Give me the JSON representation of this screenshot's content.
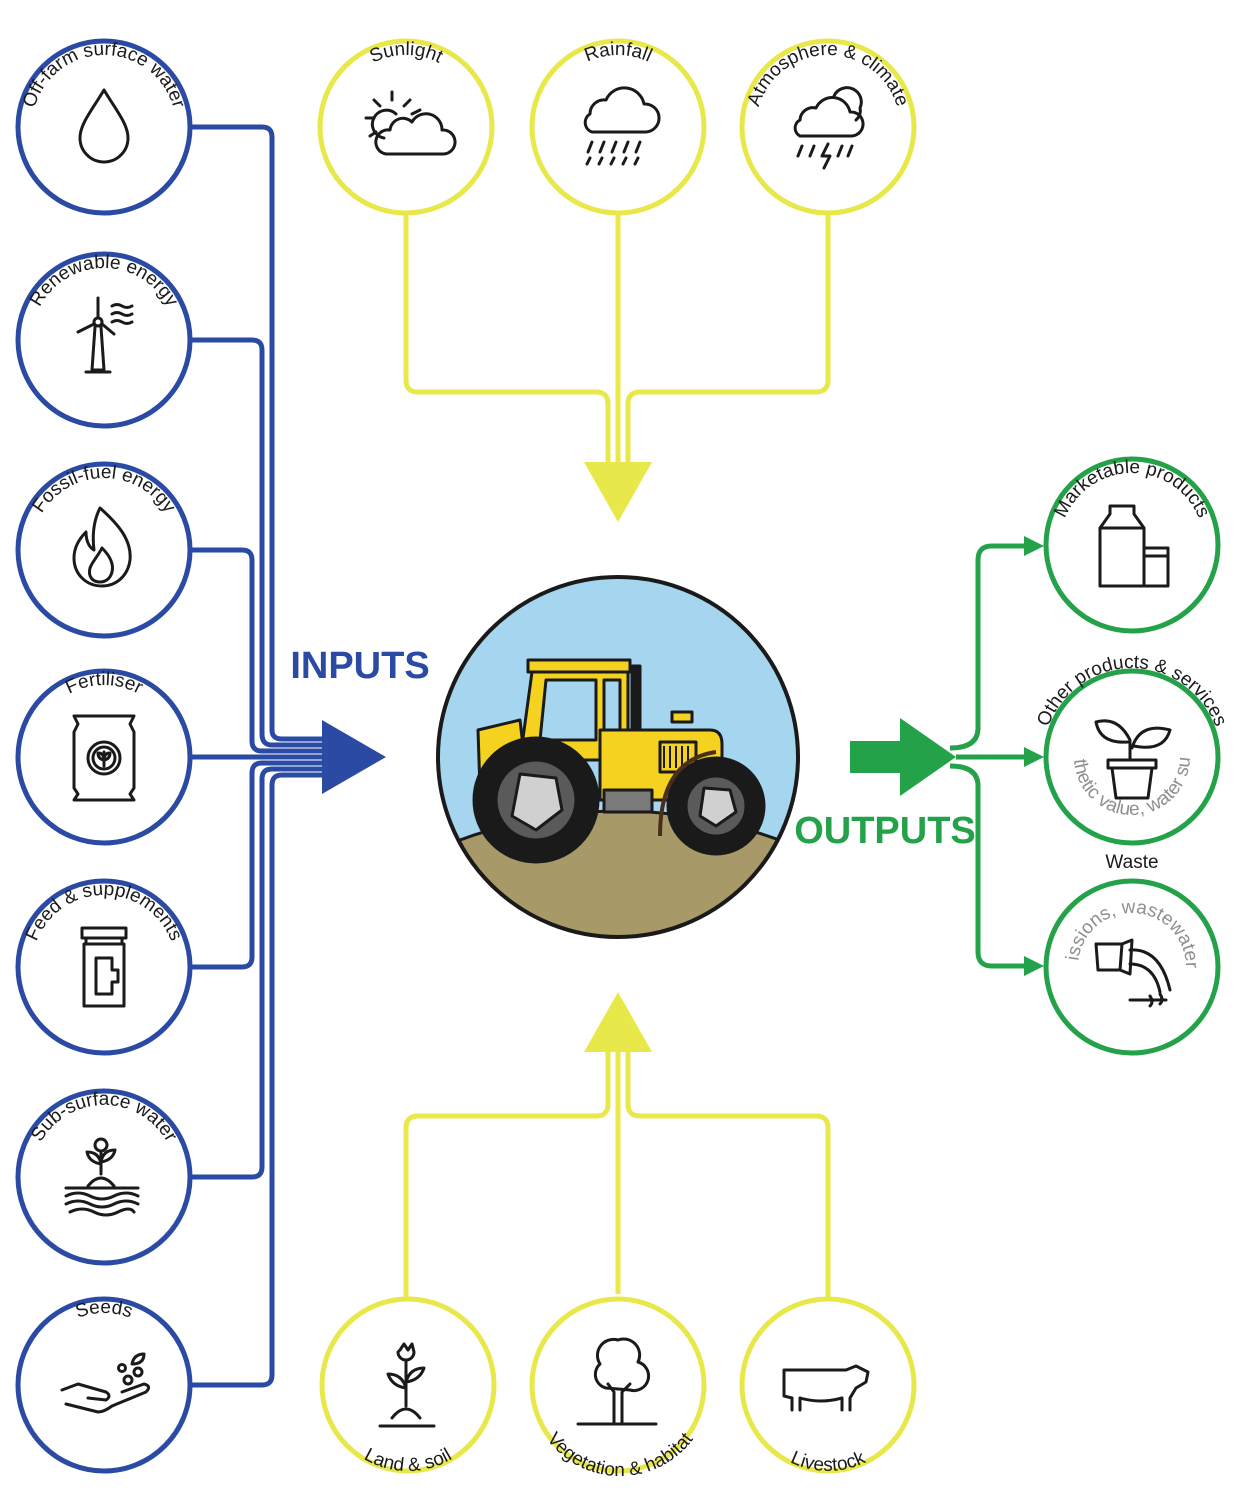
{
  "colors": {
    "inputs": "#2a4aa3",
    "natural": "#e8e84a",
    "outputs": "#24a24a",
    "sky": "#a6d6ef",
    "ground": "#a89968",
    "tractor": "#f5d21f"
  },
  "headings": {
    "inputs": "INPUTS",
    "outputs": "OUTPUTS"
  },
  "left_inputs": [
    {
      "label": "Off-farm surface water",
      "icon": "water-drop-icon"
    },
    {
      "label": "Renewable energy",
      "icon": "wind-turbine-icon"
    },
    {
      "label": "Fossil-fuel energy",
      "icon": "flame-icon"
    },
    {
      "label": "Fertiliser",
      "icon": "fertiliser-bag-icon"
    },
    {
      "label": "Feed & supplements",
      "icon": "supplement-jar-icon"
    },
    {
      "label": "Sub-surface water",
      "icon": "sprout-water-icon"
    },
    {
      "label": "Seeds",
      "icon": "hand-seeds-icon"
    }
  ],
  "top_inputs": [
    {
      "label": "Sunlight",
      "icon": "sun-cloud-icon"
    },
    {
      "label": "Rainfall",
      "icon": "rain-cloud-icon"
    },
    {
      "label": "Atmosphere & climate",
      "icon": "storm-cloud-icon"
    }
  ],
  "bottom_inputs": [
    {
      "label": "Land & soil",
      "icon": "plant-soil-icon"
    },
    {
      "label": "Vegetation & habitat",
      "icon": "tree-icon"
    },
    {
      "label": "Livestock",
      "icon": "cow-icon"
    }
  ],
  "outputs": [
    {
      "label": "Marketable products",
      "sublabel": "",
      "icon": "milk-carton-icon"
    },
    {
      "label": "Other products & services",
      "sublabel": "e.g. aesthetic value, water supply etc",
      "icon": "potted-plant-icon"
    },
    {
      "label": "Waste",
      "sublabel": "(air emissions, wastewater, land)",
      "icon": "waste-pipe-icon"
    }
  ],
  "center": {
    "icon": "tractor-icon"
  }
}
